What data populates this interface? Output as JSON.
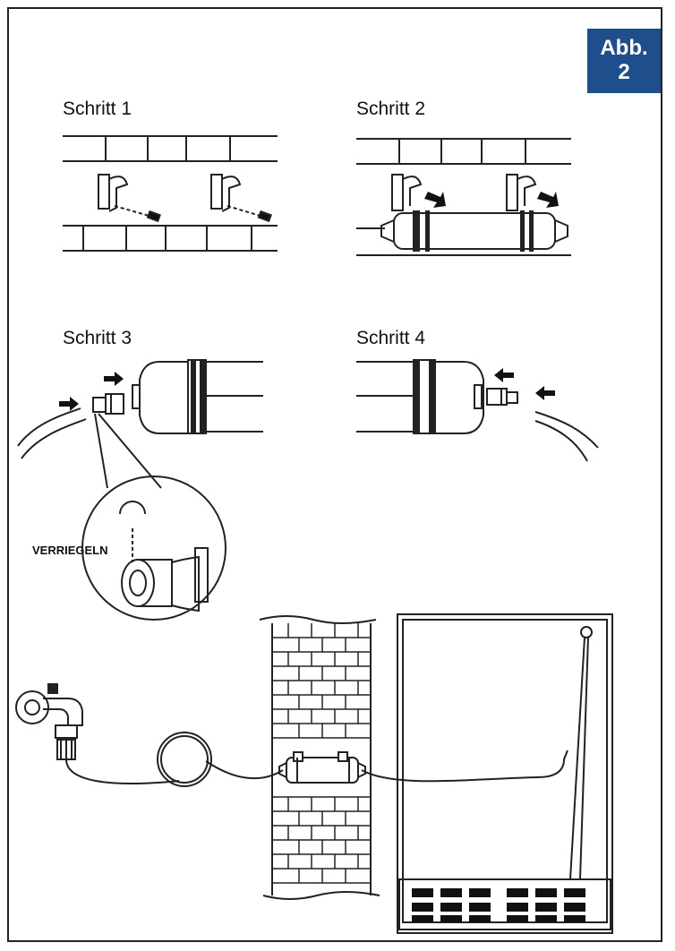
{
  "figure_badge": {
    "line1": "Abb.",
    "line2": "2"
  },
  "steps": [
    {
      "label": "Schritt 1"
    },
    {
      "label": "Schritt 2"
    },
    {
      "label": "Schritt 3"
    },
    {
      "label": "Schritt 4"
    }
  ],
  "callout": {
    "label": "VERRIEGELN"
  },
  "colors": {
    "badge_bg": "#1f4e8c",
    "line": "#222222",
    "arrow": "#111111"
  }
}
